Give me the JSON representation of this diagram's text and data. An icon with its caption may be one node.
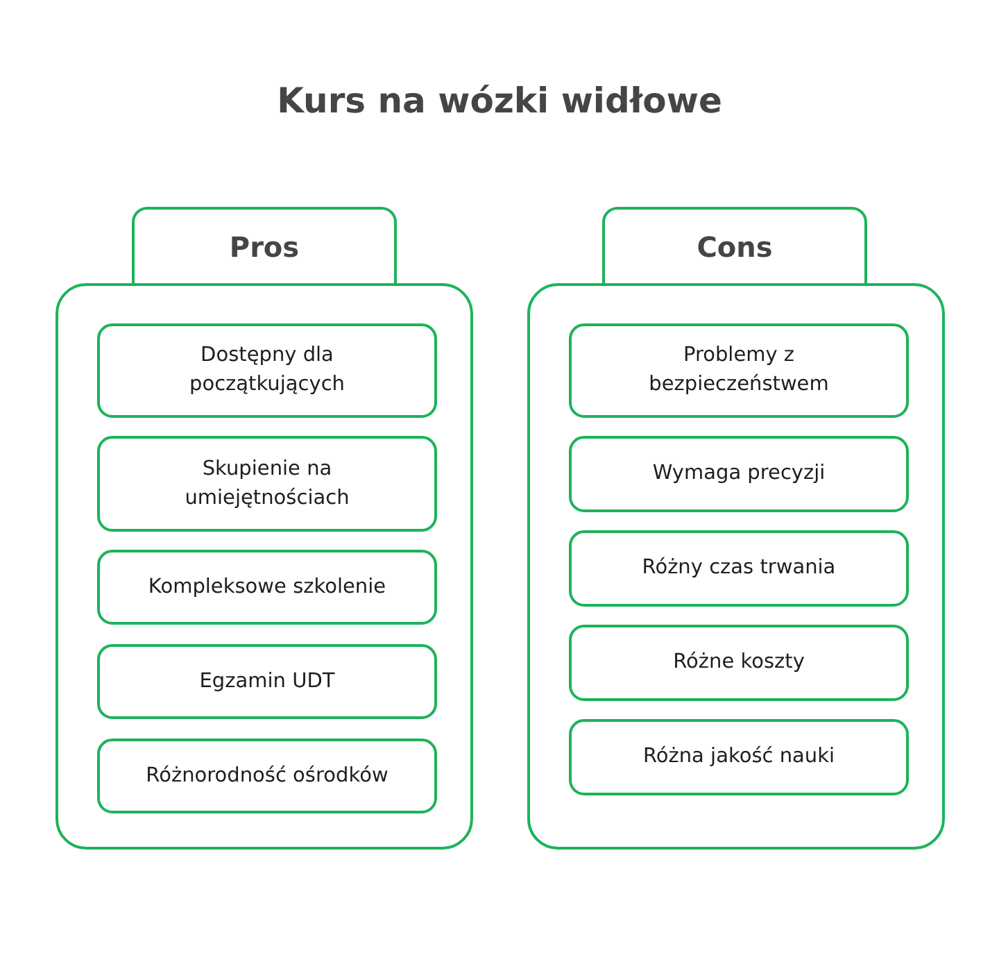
{
  "diagram": {
    "title": "Kurs na wózki widłowe",
    "nodes": [
      {
        "text": [
          "Pros"
        ]
      },
      {
        "text": [],
        "shape": "box"
      },
      {
        "text": [
          "Dostępny dla początkujących"
        ],
        "in": 1
      },
      {
        "text": [
          "Skupienie na umiejętnościach"
        ],
        "in": 1
      },
      {
        "text": [
          "Kompleksowe szkolenie"
        ],
        "in": 1
      },
      {
        "text": [
          "Egzamin UDT"
        ],
        "in": 1
      },
      {
        "text": [
          "Różnorodność ośrodków"
        ],
        "in": 1
      },
      {
        "text": [
          "Cons"
        ]
      },
      {
        "text": [],
        "shape": "box"
      },
      {
        "text": [
          "Problemy z bezpieczeństwem"
        ],
        "in": 8
      },
      {
        "text": [
          "Wymaga precyzji"
        ],
        "in": 8
      },
      {
        "text": [
          "Różny czas trwania"
        ],
        "in": 8
      },
      {
        "text": [
          "Różne koszty"
        ],
        "in": 8
      },
      {
        "text": [
          "Różna jakość nauki"
        ],
        "in": 8
      }
    ]
  }
}
